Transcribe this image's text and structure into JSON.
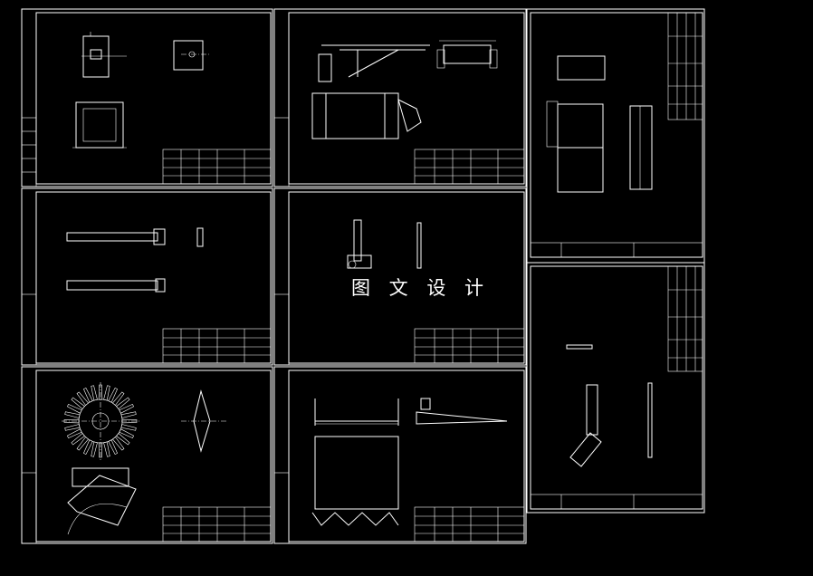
{
  "viewer": {
    "background": "#000000",
    "line_color": "#ffffff"
  },
  "watermark": {
    "text": "图 文 设 计"
  },
  "sheets": [
    {
      "id": "bracket-blocks"
    },
    {
      "id": "frame-assembly"
    },
    {
      "id": "hopper-assembly"
    },
    {
      "id": "shafts"
    },
    {
      "id": "roller-parts"
    },
    {
      "id": "link-parts"
    },
    {
      "id": "bevel-gear"
    },
    {
      "id": "tine-frame"
    }
  ]
}
